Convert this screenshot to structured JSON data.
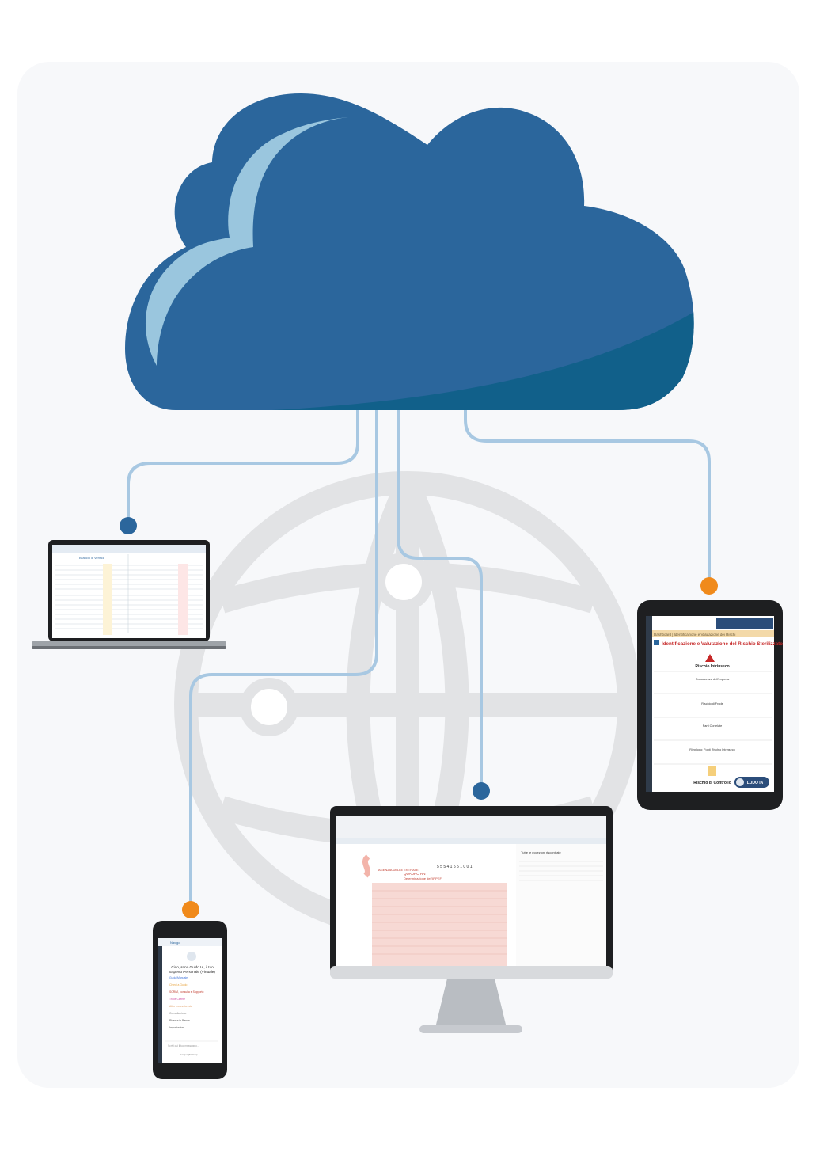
{
  "colors": {
    "cloud": "#2b669c",
    "cloud_shade": "#11608a",
    "cloud_highlight": "#9ac6de",
    "connector": "#a8c8e2",
    "dot_blue": "#2b669c",
    "dot_orange": "#f08a1b",
    "globe": "#e2e3e5",
    "device": "#1e1f21"
  },
  "tablet": {
    "breadcrumb": "Dashboard | Identificazione e Valutazione dei Rischi",
    "title": "Identificazione e Valutazione del Rischio Sterilizzato",
    "sections": [
      "Rischio Intrinseco",
      "Conoscenza dell'Impresa",
      "Rischio di Frode",
      "Parti Correlate",
      "Riepilogo: Fonti Rischio Intrinseco",
      "Rischio di Controllo"
    ],
    "button": "LUDO IA"
  },
  "phone": {
    "app_name": "Navigo",
    "greeting_line1": "Ciao, sono Guido IA, il tuo",
    "greeting_line2": "Esperto Personale (Virtuale)",
    "menu": [
      "Guida/Manuale",
      "Chiedi a Guido",
      "SCRIVI, consulta e Supporto",
      "Trova Cliente",
      "Altro professionista",
      "Consultazione",
      "Ricerca in Banca",
      "Impostazioni"
    ],
    "input_placeholder": "Scrivi qui il tuo messaggio...",
    "language": "Lingua (Italiano)"
  },
  "monitor": {
    "doc_line1": "AGENZIA DELLE ENTRATE",
    "doc_line2": "QUADRO RN",
    "doc_line3": "Determinazione dell'IRPEF",
    "code": "5 5 5 4 1 5 5 1 0 0 1",
    "side_title": "Tutte le eccezioni riscontrate"
  },
  "laptop": {
    "header": "Bilancio di verifica"
  }
}
